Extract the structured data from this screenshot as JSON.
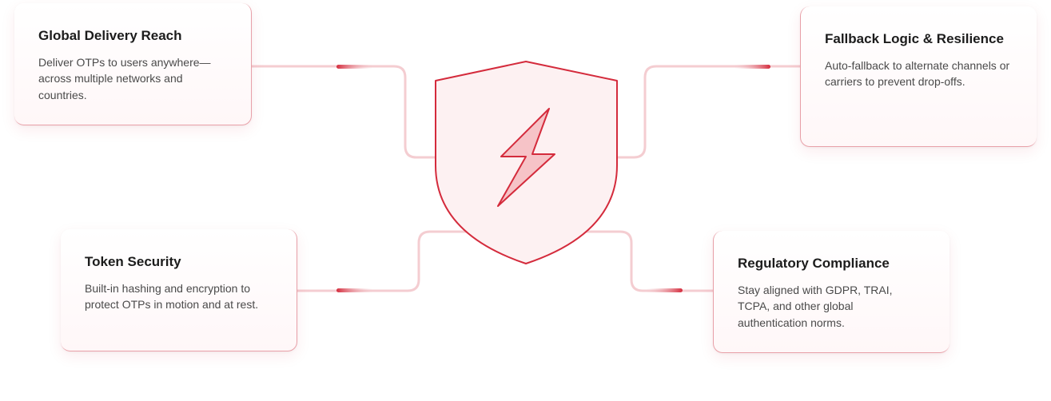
{
  "colors": {
    "accent": "#d42b3c",
    "shield_fill": "#fdf1f2",
    "bolt_fill": "#f6c3c7",
    "connector": "#f4cdd1"
  },
  "center": {
    "icon": "lightning-bolt-icon",
    "shape": "shield-icon"
  },
  "features": [
    {
      "title": "Global Delivery Reach",
      "description": "Deliver OTPs to users anywhere—across multiple networks and countries."
    },
    {
      "title": "Fallback Logic & Resilience",
      "description": "Auto-fallback to alternate channels or carriers to prevent drop-offs."
    },
    {
      "title": "Token Security",
      "description": "Built-in hashing and encryption to protect OTPs in motion and at rest."
    },
    {
      "title": "Regulatory Compliance",
      "description": "Stay aligned with GDPR, TRAI, TCPA, and other global authentication norms."
    }
  ]
}
